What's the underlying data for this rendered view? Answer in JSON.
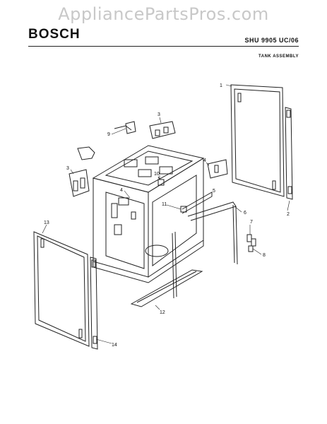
{
  "header": {
    "watermark": "AppliancePartsPros.com",
    "brand": "BOSCH",
    "model": "SHU 9905 UC/06",
    "section_title": "TANK ASSEMBLY"
  },
  "diagram": {
    "callouts": [
      "1",
      "2",
      "3",
      "3",
      "4",
      "4",
      "5",
      "6",
      "7",
      "8",
      "9",
      "10",
      "11",
      "12",
      "13",
      "14"
    ]
  }
}
